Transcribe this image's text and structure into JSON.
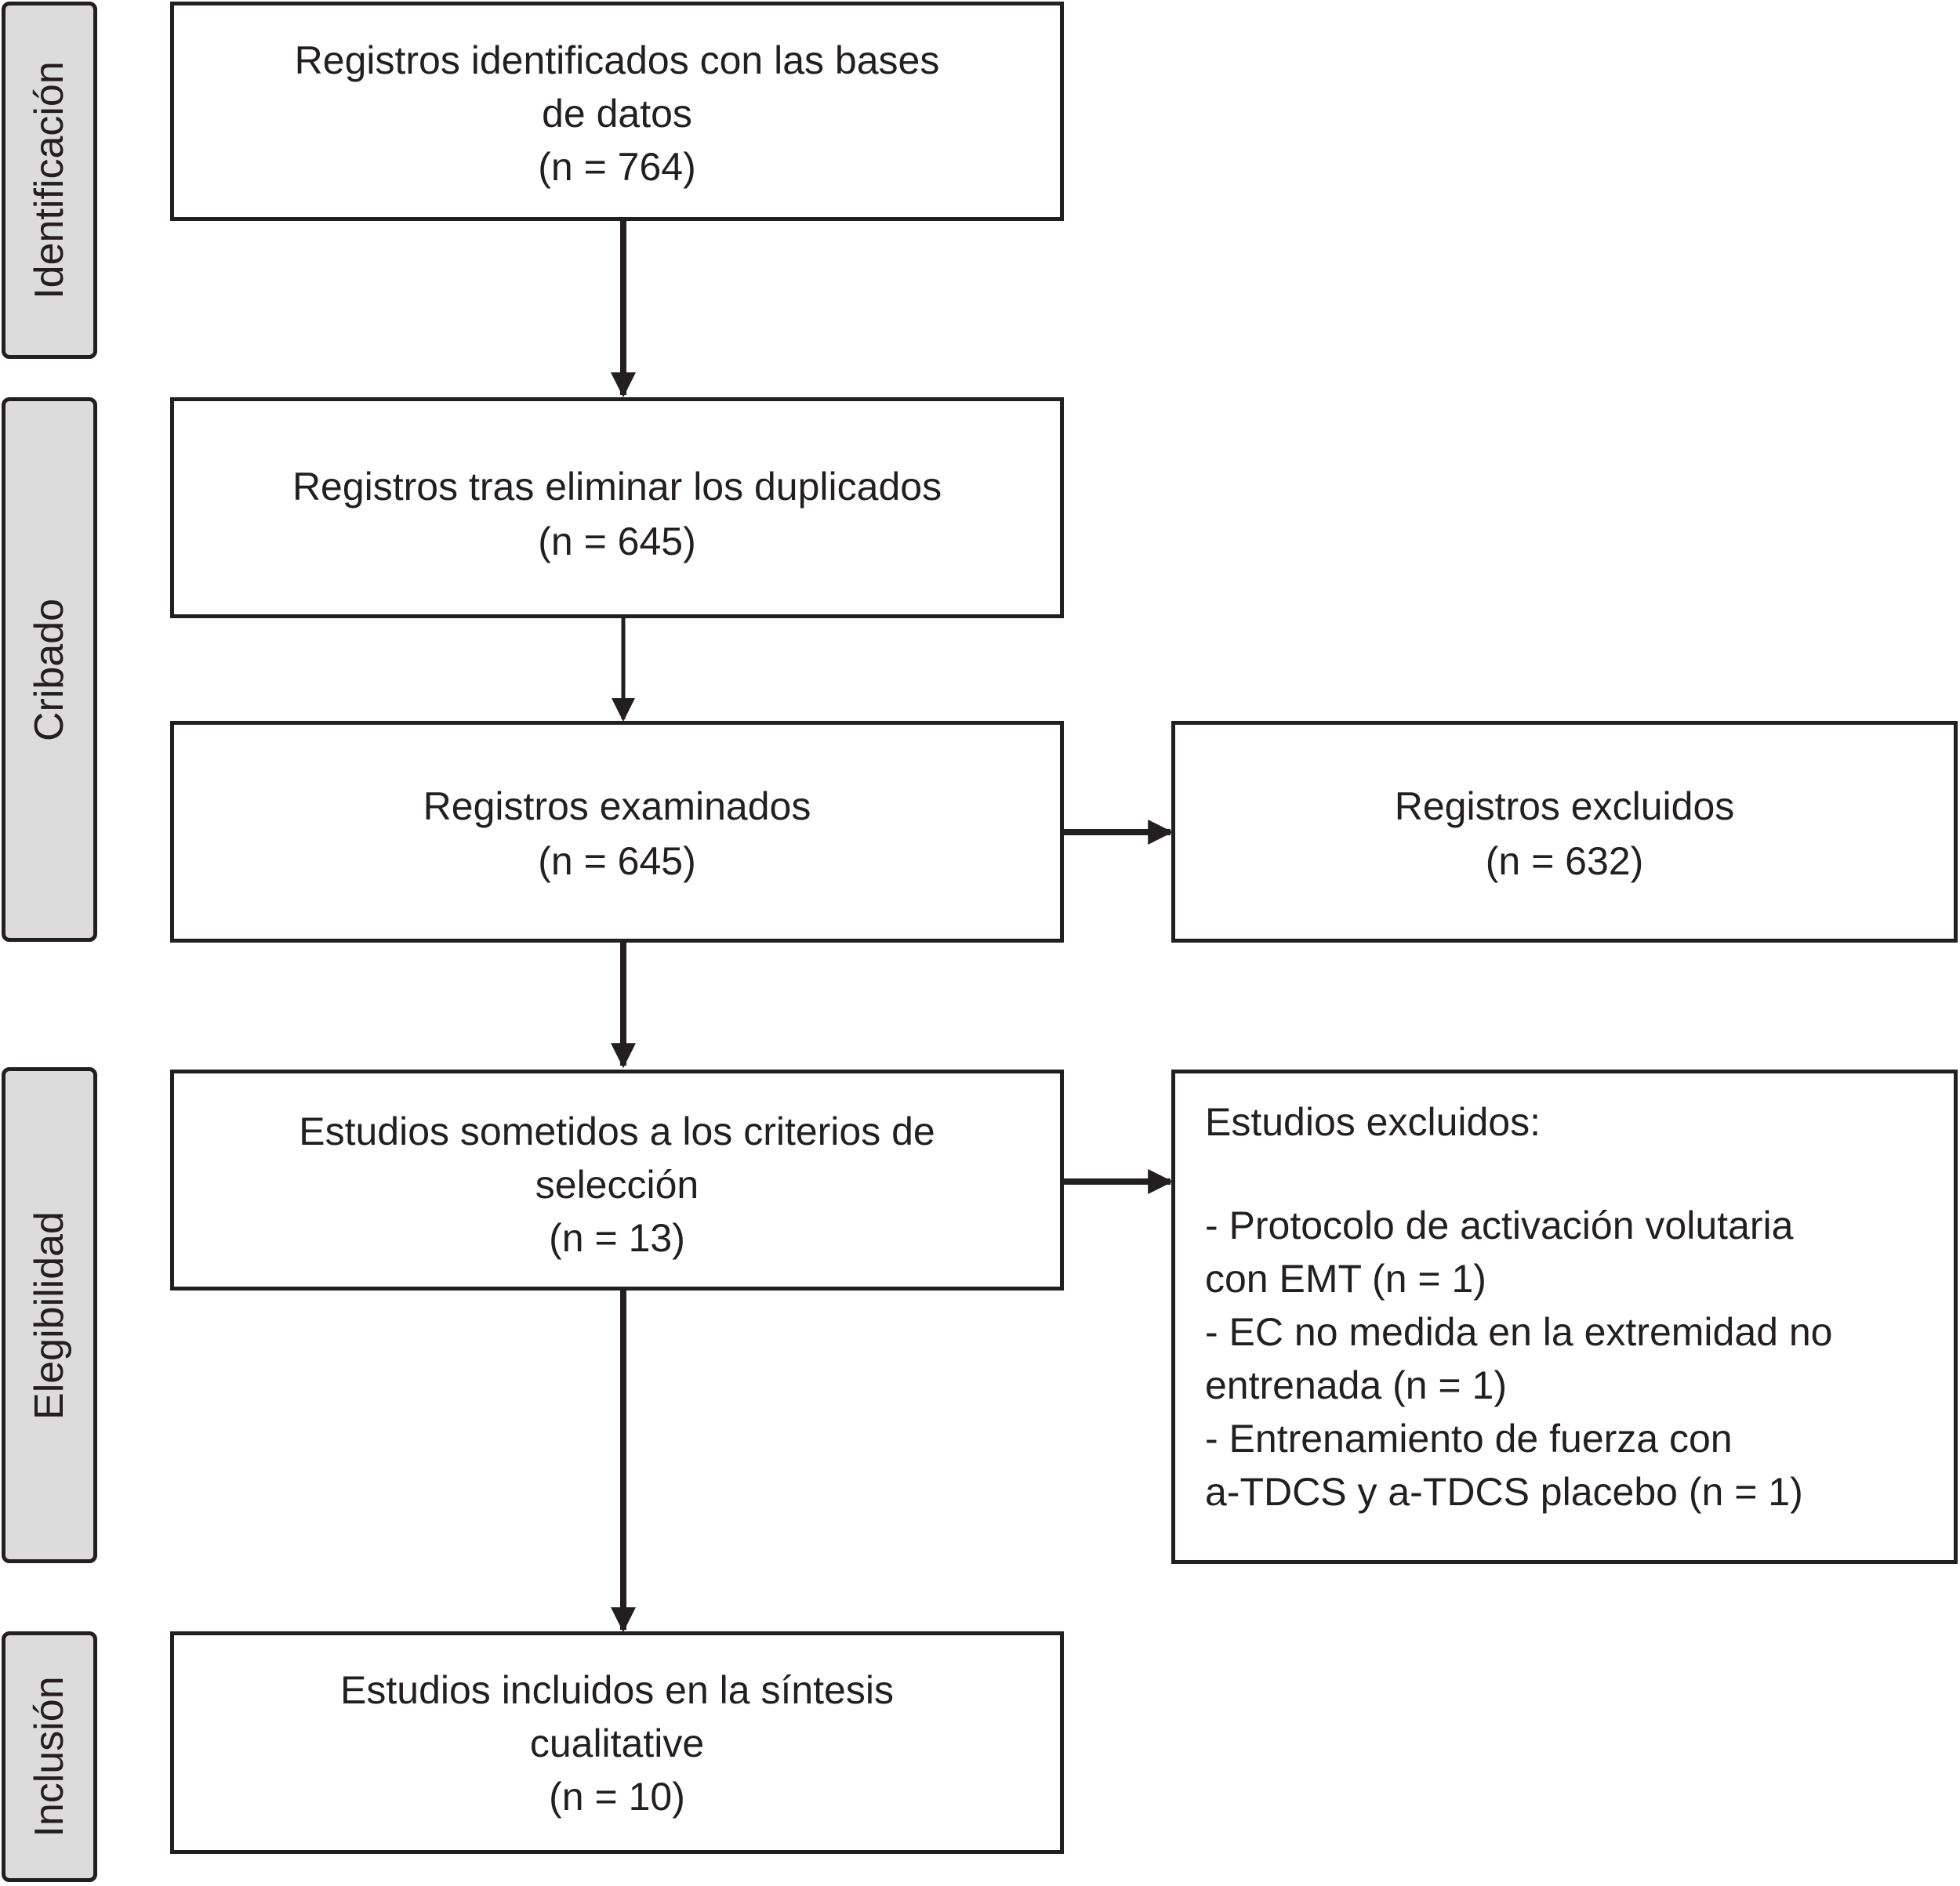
{
  "phases": {
    "identification": "Identificación",
    "screening": "Cribado",
    "eligibility": "Elegibilidad",
    "inclusion": "Inclusión"
  },
  "boxes": {
    "identified": {
      "text": "Registros identificados con las bases\nde datos",
      "count": "(n = 764)"
    },
    "after_duplicates": {
      "text": "Registros tras eliminar los duplicados",
      "count": "(n = 645)"
    },
    "screened": {
      "text": "Registros examinados",
      "count": "(n = 645)"
    },
    "excluded_records": {
      "text": "Registros excluidos",
      "count": "(n = 632)"
    },
    "assessed": {
      "text": "Estudios sometidos a los criterios de\nselección",
      "count": "(n = 13)"
    },
    "excluded_studies": {
      "heading": "Estudios excluidos:",
      "reasons": [
        "- Protocolo de activación volutaria\ncon EMT (n = 1)",
        "- EC no medida en la extremidad no\nentrenada (n = 1)",
        "- Entrenamiento de fuerza con\na-TDCS y a-TDCS placebo (n = 1)"
      ]
    },
    "included": {
      "text": "Estudios incluidos en la síntesis\ncualitative",
      "count": "(n = 10)"
    }
  },
  "colors": {
    "line": "#231f20",
    "phase_fill": "#dcdcdc",
    "box_fill": "#ffffff"
  }
}
